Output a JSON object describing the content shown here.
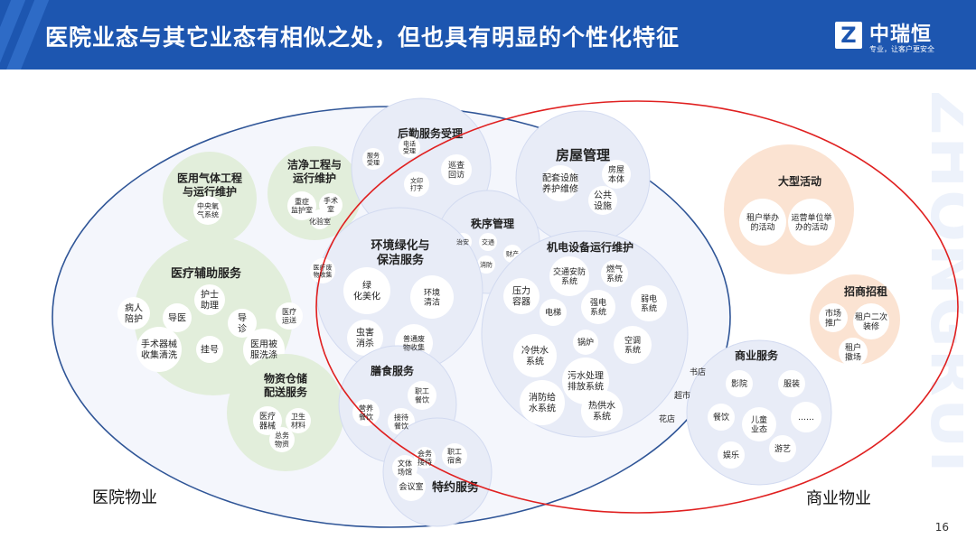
{
  "slide": {
    "title": "医院业态与其它业态有相似之处，但也具有明显的个性化特征",
    "page_number": "16",
    "watermark": "ZHONGRUI"
  },
  "logo": {
    "name": "中瑞恒",
    "slogan": "专业，让客户更安全",
    "mark": "Z"
  },
  "colors": {
    "header": "#1d56b0",
    "hospital_border": "#2f5597",
    "commercial_border": "#e02020",
    "blue_bubble": "#e8ecf7",
    "green_bubble": "#e2eedb",
    "orange_bubble": "#fbe3d2"
  },
  "diagram": {
    "hospital_label": "医院物业",
    "commercial_label": "商业物业",
    "clusters": {
      "logistics": {
        "title": "后勤服务受理",
        "items": [
          "电话\n受理",
          "服务\n受理",
          "文印\n打字",
          "巡查\n回访"
        ]
      },
      "housing": {
        "title": "房屋管理",
        "items": [
          "配套设施\n养护维修",
          "房屋\n本体",
          "公共\n设施"
        ]
      },
      "medical_gas": {
        "title": "医用气体工程\n与运行维护",
        "items": [
          "中央氧\n气系统"
        ]
      },
      "clean_eng": {
        "title": "洁净工程与\n运行维护",
        "items": [
          "重症\n监护室",
          "手术\n室",
          "化验室"
        ]
      },
      "order": {
        "title": "秩序管理",
        "items": [
          "治安",
          "交通",
          "财产",
          "消防"
        ]
      },
      "greening": {
        "title": "环境绿化与\n保洁服务",
        "items": [
          "医疗废\n物收集",
          "绿\n化美化",
          "环境\n清洁",
          "虫害\n消杀",
          "普通废\n物收集"
        ]
      },
      "mep": {
        "title": "机电设备运行维护",
        "items": [
          "交通安防\n系统",
          "燃气\n系统",
          "压力\n容器",
          "强电\n系统",
          "弱电\n系统",
          "电梯",
          "锅炉",
          "冷供水\n系统",
          "空调\n系统",
          "污水处理\n排放系统",
          "消防给\n水系统",
          "热供水\n系统"
        ]
      },
      "medical_aux": {
        "title": "医疗辅助服务",
        "items": [
          "护士\n助理",
          "病人\n陪护",
          "导医",
          "导\n诊",
          "医疗\n运送",
          "手术器械\n收集清洗",
          "挂号",
          "医用被\n服洗涤"
        ]
      },
      "storage": {
        "title": "物资仓储\n配送服务",
        "items": [
          "医疗\n器械",
          "卫生\n材料",
          "总务\n物资"
        ]
      },
      "catering": {
        "title": "膳食服务",
        "items": [
          "职工\n餐饮",
          "营养\n餐饮",
          "接待\n餐饮"
        ]
      },
      "special": {
        "title": "特约服务",
        "items": [
          "会务\n接待",
          "职工\n宿舍",
          "文体\n场馆",
          "会议室"
        ]
      },
      "events": {
        "title": "大型活动",
        "items": [
          "租户举办\n的活动",
          "运营单位举\n办的活动"
        ]
      },
      "leasing": {
        "title": "招商招租",
        "items": [
          "市场\n推广",
          "租户二次\n装修",
          "租户\n撤场"
        ]
      },
      "commerce": {
        "title": "商业服务",
        "items": [
          "书店",
          "影院",
          "服装",
          "超市",
          "餐饮",
          "儿童\n业态",
          "……",
          "花店",
          "游艺",
          "娱乐"
        ]
      }
    }
  }
}
